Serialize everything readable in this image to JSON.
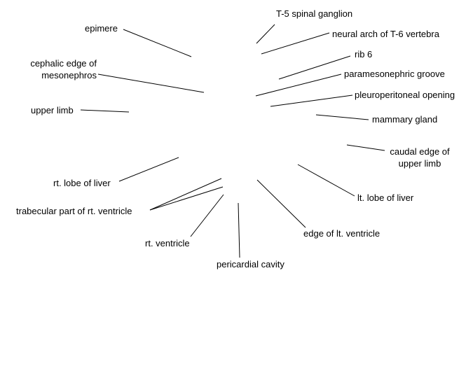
{
  "labels": {
    "t5_ganglion": "T-5 spinal ganglion",
    "neural_arch": "neural arch of T-6 vertebra",
    "rib6": "rib 6",
    "paramesonephric": "paramesonephric groove",
    "pleuroperitoneal": "pleuroperitoneal opening",
    "mammary": "mammary gland",
    "caudal_edge_1": "caudal edge of",
    "caudal_edge_2": "upper limb",
    "lt_liver": "lt. lobe of liver",
    "edge_lt_ventricle": "edge of lt. ventricle",
    "pericardial": "pericardial cavity",
    "rt_ventricle": "rt. ventricle",
    "trabecular": "trabecular part of rt. ventricle",
    "rt_liver": "rt. lobe of liver",
    "upper_limb": "upper limb",
    "cephalic_1": "cephalic edge of",
    "cephalic_2": "mesonephros",
    "epimere": "epimere"
  },
  "colors": {
    "text": "#000000",
    "lines": "#000000",
    "background": "#ffffff"
  }
}
